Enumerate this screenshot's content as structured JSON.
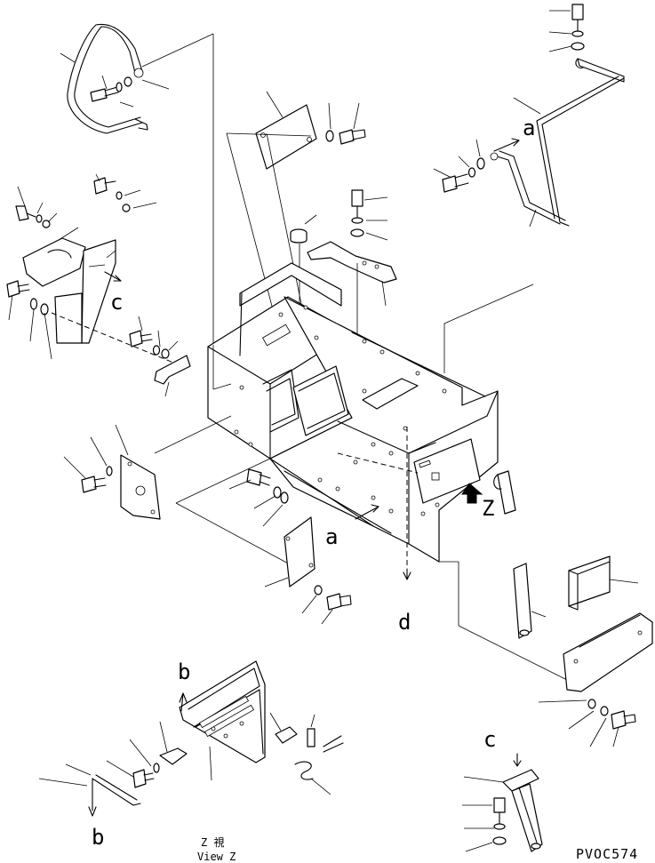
{
  "callouts": {
    "a_upper": "a",
    "a_lower": "a",
    "b_upper": "b",
    "b_lower": "b",
    "c_left": "c",
    "c_lower": "c",
    "d": "d",
    "z": "Z"
  },
  "view": {
    "label_jp": "Z  視",
    "label_en": "View Z"
  },
  "drawing_code": "PVOC574"
}
